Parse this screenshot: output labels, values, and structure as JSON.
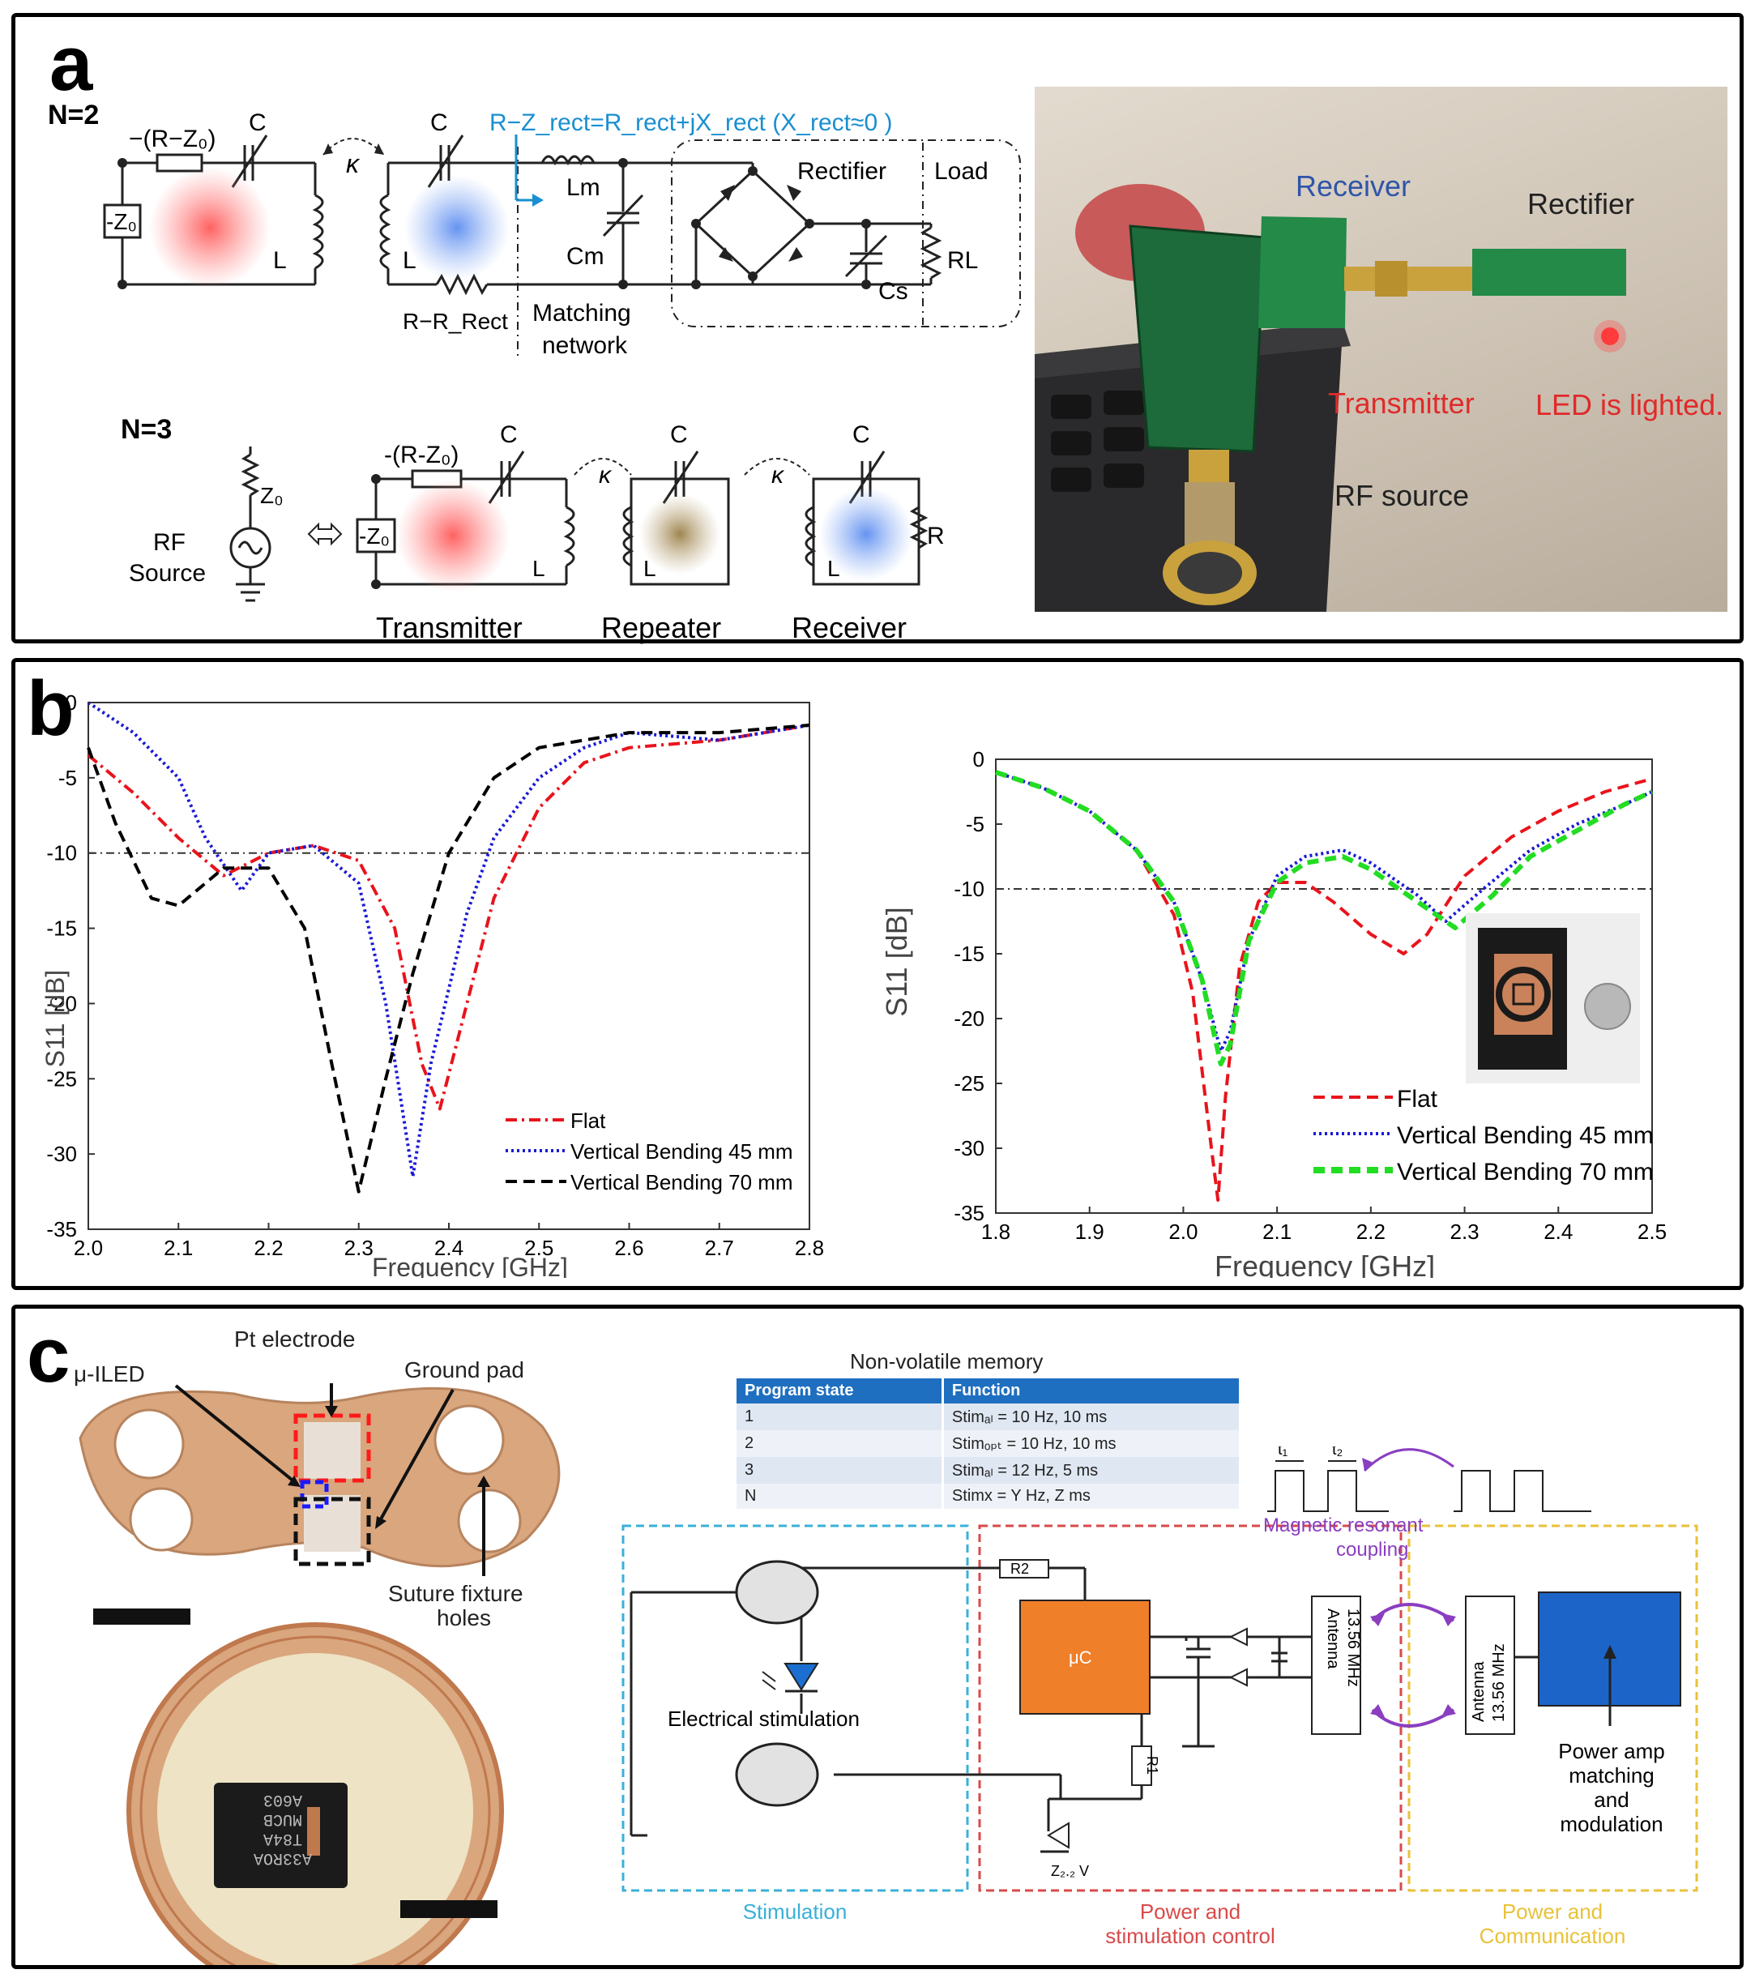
{
  "panel_a": {
    "label": "a",
    "n2": {
      "title": "N=2",
      "neg_r_label": "−(R−Z₀)",
      "cap_label": "C",
      "cap2_label": "C",
      "source_label": "-Z₀",
      "ind_label": "L",
      "ind2_label": "L",
      "coupling_label": "κ",
      "rect_impedance": "R−Z_rect=R_rect+jX_rect (X_rect≈0 )",
      "lm_label": "Lm",
      "cm_label": "Cm",
      "loss_label": "R−R_Rect",
      "matching_label_1": "Matching",
      "matching_label_2": "network",
      "rectifier_label": "Rectifier",
      "load_label": "Load",
      "cs_label": "Cs",
      "rl_label": "RL"
    },
    "n3": {
      "title": "N=3",
      "z0_label": "Z₀",
      "rf_label_1": "RF",
      "rf_label_2": "Source",
      "neg_r_label": "-(R-Z₀)",
      "source_label": "-Z₀",
      "cap_label": "C",
      "ind_label": "L",
      "r_label": "R",
      "coupling_label": "κ",
      "transmitter_label": "Transmitter",
      "repeater_label": "Repeater",
      "receiver_label": "Receiver"
    },
    "photo": {
      "receiver": "Receiver",
      "rectifier": "Rectifier",
      "transmitter": "Transmitter",
      "led": "LED is lighted.",
      "rf_source": "RF source"
    },
    "colors": {
      "red_glow": "#ff6b6b",
      "blue_glow": "#6f95e8",
      "tan_glow": "#a88c5a",
      "blue_text": "#1a8fd0"
    }
  },
  "panel_b": {
    "label": "b",
    "chart_data": [
      {
        "type": "line",
        "xlabel": "Frequency [GHz]",
        "ylabel": "S11 [dB]",
        "xlim": [
          2.0,
          2.8
        ],
        "ylim": [
          -35,
          0
        ],
        "xticks": [
          "2.0",
          "2.1",
          "2.2",
          "2.3",
          "2.4",
          "2.5",
          "2.6",
          "2.7",
          "2.8"
        ],
        "yticks": [
          "0",
          "-5",
          "-10",
          "-15",
          "-20",
          "-25",
          "-30",
          "-35"
        ],
        "threshold": -10,
        "legend_position": "bottom-right",
        "series": [
          {
            "name": "Flat",
            "color": "#e8141c",
            "dash": "dashdot",
            "x": [
              2.0,
              2.05,
              2.1,
              2.15,
              2.2,
              2.25,
              2.3,
              2.34,
              2.37,
              2.39,
              2.42,
              2.45,
              2.5,
              2.55,
              2.6,
              2.7,
              2.8
            ],
            "y": [
              -3.5,
              -6,
              -9,
              -11.5,
              -10,
              -9.5,
              -10.5,
              -15,
              -24,
              -27,
              -20,
              -13,
              -7,
              -4,
              -3,
              -2.5,
              -1.5
            ]
          },
          {
            "name": "Vertical Bending 45 mm",
            "color": "#1a1ad6",
            "dash": "dotted",
            "x": [
              2.0,
              2.05,
              2.1,
              2.13,
              2.17,
              2.2,
              2.25,
              2.3,
              2.33,
              2.36,
              2.38,
              2.42,
              2.45,
              2.5,
              2.55,
              2.6,
              2.7,
              2.8
            ],
            "y": [
              0,
              -2,
              -5,
              -9,
              -12.5,
              -10,
              -9.5,
              -12,
              -20,
              -31.5,
              -24,
              -14,
              -9,
              -5,
              -3,
              -2,
              -2.5,
              -1.5
            ]
          },
          {
            "name": "Vertical Bending 70 mm",
            "color": "#000000",
            "dash": "dashed",
            "x": [
              2.0,
              2.03,
              2.07,
              2.1,
              2.15,
              2.2,
              2.24,
              2.27,
              2.3,
              2.33,
              2.36,
              2.4,
              2.45,
              2.5,
              2.55,
              2.6,
              2.7,
              2.8
            ],
            "y": [
              -3,
              -8,
              -13,
              -13.5,
              -11,
              -11,
              -15,
              -24,
              -32.5,
              -25,
              -18,
              -10,
              -5,
              -3,
              -2.5,
              -2,
              -2,
              -1.5
            ]
          }
        ]
      },
      {
        "type": "line",
        "xlabel": "Frequency [GHz]",
        "ylabel": "S11 [dB]",
        "xlim": [
          1.8,
          2.5
        ],
        "ylim": [
          -35,
          0
        ],
        "xticks": [
          "1.8",
          "1.9",
          "2.0",
          "2.1",
          "2.2",
          "2.3",
          "2.4",
          "2.5"
        ],
        "yticks": [
          "0",
          "-5",
          "-10",
          "-15",
          "-20",
          "-25",
          "-30",
          "-35"
        ],
        "threshold": -10,
        "legend_position": "bottom-right",
        "series": [
          {
            "name": "Flat",
            "color": "#e8141c",
            "dash": "dashed",
            "x": [
              1.8,
              1.85,
              1.9,
              1.95,
              1.99,
              2.01,
              2.03,
              2.037,
              2.045,
              2.06,
              2.08,
              2.1,
              2.13,
              2.16,
              2.2,
              2.235,
              2.26,
              2.3,
              2.35,
              2.4,
              2.45,
              2.5
            ],
            "y": [
              -1,
              -2.2,
              -4,
              -7,
              -12,
              -18,
              -30,
              -34,
              -26,
              -16,
              -11,
              -9.5,
              -9.5,
              -11,
              -13.5,
              -15,
              -13.5,
              -9,
              -6,
              -4,
              -2.5,
              -1.5
            ]
          },
          {
            "name": "Vertical Bending 45 mm",
            "color": "#1a1ad6",
            "dash": "dotted",
            "x": [
              1.8,
              1.85,
              1.9,
              1.95,
              1.99,
              2.02,
              2.04,
              2.05,
              2.07,
              2.1,
              2.13,
              2.17,
              2.2,
              2.25,
              2.28,
              2.32,
              2.37,
              2.42,
              2.47,
              2.5
            ],
            "y": [
              -1,
              -2.2,
              -4,
              -7,
              -11,
              -17,
              -22.5,
              -21,
              -14,
              -9,
              -7.5,
              -7,
              -8,
              -10.5,
              -12.5,
              -10,
              -7,
              -5,
              -3.5,
              -2.5
            ]
          },
          {
            "name": "Vertical Bending 70 mm",
            "color": "#22dd22",
            "dash": "dashed",
            "x": [
              1.8,
              1.85,
              1.9,
              1.95,
              1.99,
              2.02,
              2.04,
              2.05,
              2.07,
              2.1,
              2.13,
              2.17,
              2.2,
              2.25,
              2.29,
              2.33,
              2.37,
              2.42,
              2.47,
              2.5
            ],
            "y": [
              -1,
              -2.2,
              -4,
              -7,
              -11,
              -17,
              -23.5,
              -22,
              -14,
              -9.5,
              -8,
              -7.5,
              -8.5,
              -11,
              -13,
              -10.5,
              -7.5,
              -5.5,
              -3.5,
              -2.5
            ]
          }
        ]
      }
    ]
  },
  "panel_c": {
    "label": "c",
    "photo_labels": {
      "pt_electrode": "Pt electrode",
      "uiled": "μ-ILED",
      "ground_pad": "Ground pad",
      "suture_1": "Suture fixture",
      "suture_2": "holes",
      "chip_text_1": "A603",
      "chip_text_2": "MUCB",
      "chip_text_3": "T84A",
      "chip_text_4": "A33ROA"
    },
    "memory": {
      "title": "Non-volatile memory",
      "headers": [
        "Program state",
        "Function"
      ],
      "rows": [
        [
          "1",
          "Stimₐₗ = 10 Hz, 10 ms"
        ],
        [
          "2",
          "Stimₒₚₜ = 10 Hz, 10 ms"
        ],
        [
          "3",
          "Stimₐₗ = 12 Hz, 5 ms"
        ],
        [
          "N",
          "Stimx = Y Hz, Z ms"
        ]
      ]
    },
    "schematic": {
      "t1": "t₁",
      "t2": "t₂",
      "coupling_1": "Magnetic resonant",
      "coupling_2": "coupling",
      "r2": "R2",
      "r1": "R1",
      "uc": "μC",
      "zener": "Z₂.₂ V",
      "antenna_label": "Antenna",
      "antenna_freq": "13.56 MHz",
      "elec_stim": "Electrical stimulation",
      "power_amp_1": "Power amp",
      "power_amp_2": "matching",
      "power_amp_3": "and",
      "power_amp_4": "modulation",
      "stimulation": "Stimulation",
      "power_stim_1": "Power and",
      "power_stim_2": "stimulation control",
      "power_comm_1": "Power and",
      "power_comm_2": "Communication"
    },
    "colors": {
      "stim": "#3ab0d8",
      "power": "#d94a4a",
      "comm": "#e8c23a",
      "uc": "#f07f2a",
      "amp": "#1c64c8",
      "table_header": "#1f6fc0",
      "coupling": "#8a3ec0"
    }
  }
}
